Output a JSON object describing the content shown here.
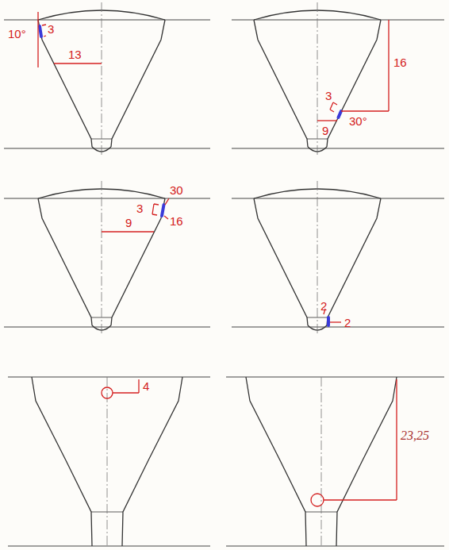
{
  "diagram": {
    "labels": [
      "3",
      "10°",
      "13",
      "16",
      "3",
      "30°",
      "9",
      "3",
      "30",
      "16",
      "9",
      "2",
      "2",
      "4",
      "23,25"
    ]
  }
}
